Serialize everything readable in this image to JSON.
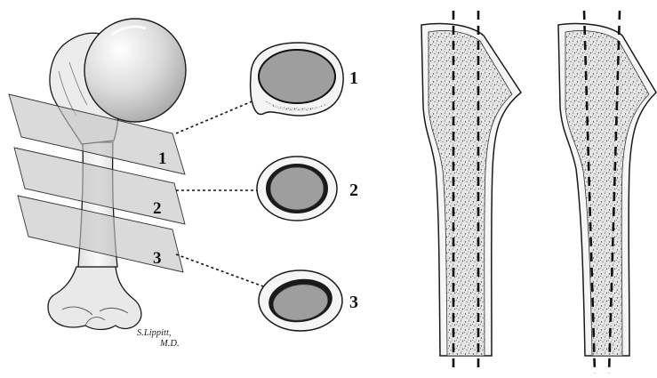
{
  "illustration": {
    "plane_labels": [
      "1",
      "2",
      "3"
    ],
    "section_labels": [
      "1",
      "2",
      "3"
    ],
    "signature": {
      "line1": "S.Lippitt,",
      "line2": "M.D."
    }
  },
  "colors": {
    "stroke": "#1a1a1a",
    "bone_fill": "#f4f4f4",
    "head_shade": "#cfcfcf",
    "plane_fill": "#c9c9c9",
    "medulla_fill": "#9b9b9b",
    "cancellous_fill": "#e8e8e8"
  }
}
